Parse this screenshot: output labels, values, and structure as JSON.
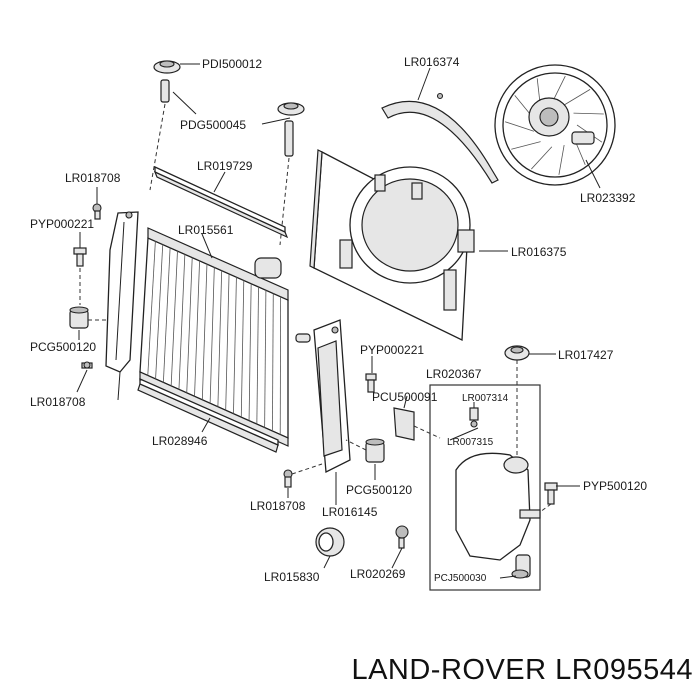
{
  "labels": {
    "pdi500012": "PDI500012",
    "pdg500045": "PDG500045",
    "lr016374": "LR016374",
    "lr018708_top": "LR018708",
    "lr019729": "LR019729",
    "pyp000221_left": "PYP000221",
    "lr015561": "LR015561",
    "lr016375": "LR016375",
    "lr023392": "LR023392",
    "pcg500120_left": "PCG500120",
    "lr018708_left": "LR018708",
    "lr028946": "LR028946",
    "pyp000221_mid": "PYP000221",
    "lr017427": "LR017427",
    "lr020367": "LR020367",
    "pcu500091": "PCU500091",
    "lr007314": "LR007314",
    "lr007315": "LR007315",
    "pcg500120_mid": "PCG500120",
    "pyp500120": "PYP500120",
    "lr018708_bottom": "LR018708",
    "lr016145": "LR016145",
    "lr015830": "LR015830",
    "lr020269": "LR020269",
    "pcj500030": "PCJ500030"
  },
  "footer": {
    "brand_partno": "LAND-ROVER LR095544"
  }
}
